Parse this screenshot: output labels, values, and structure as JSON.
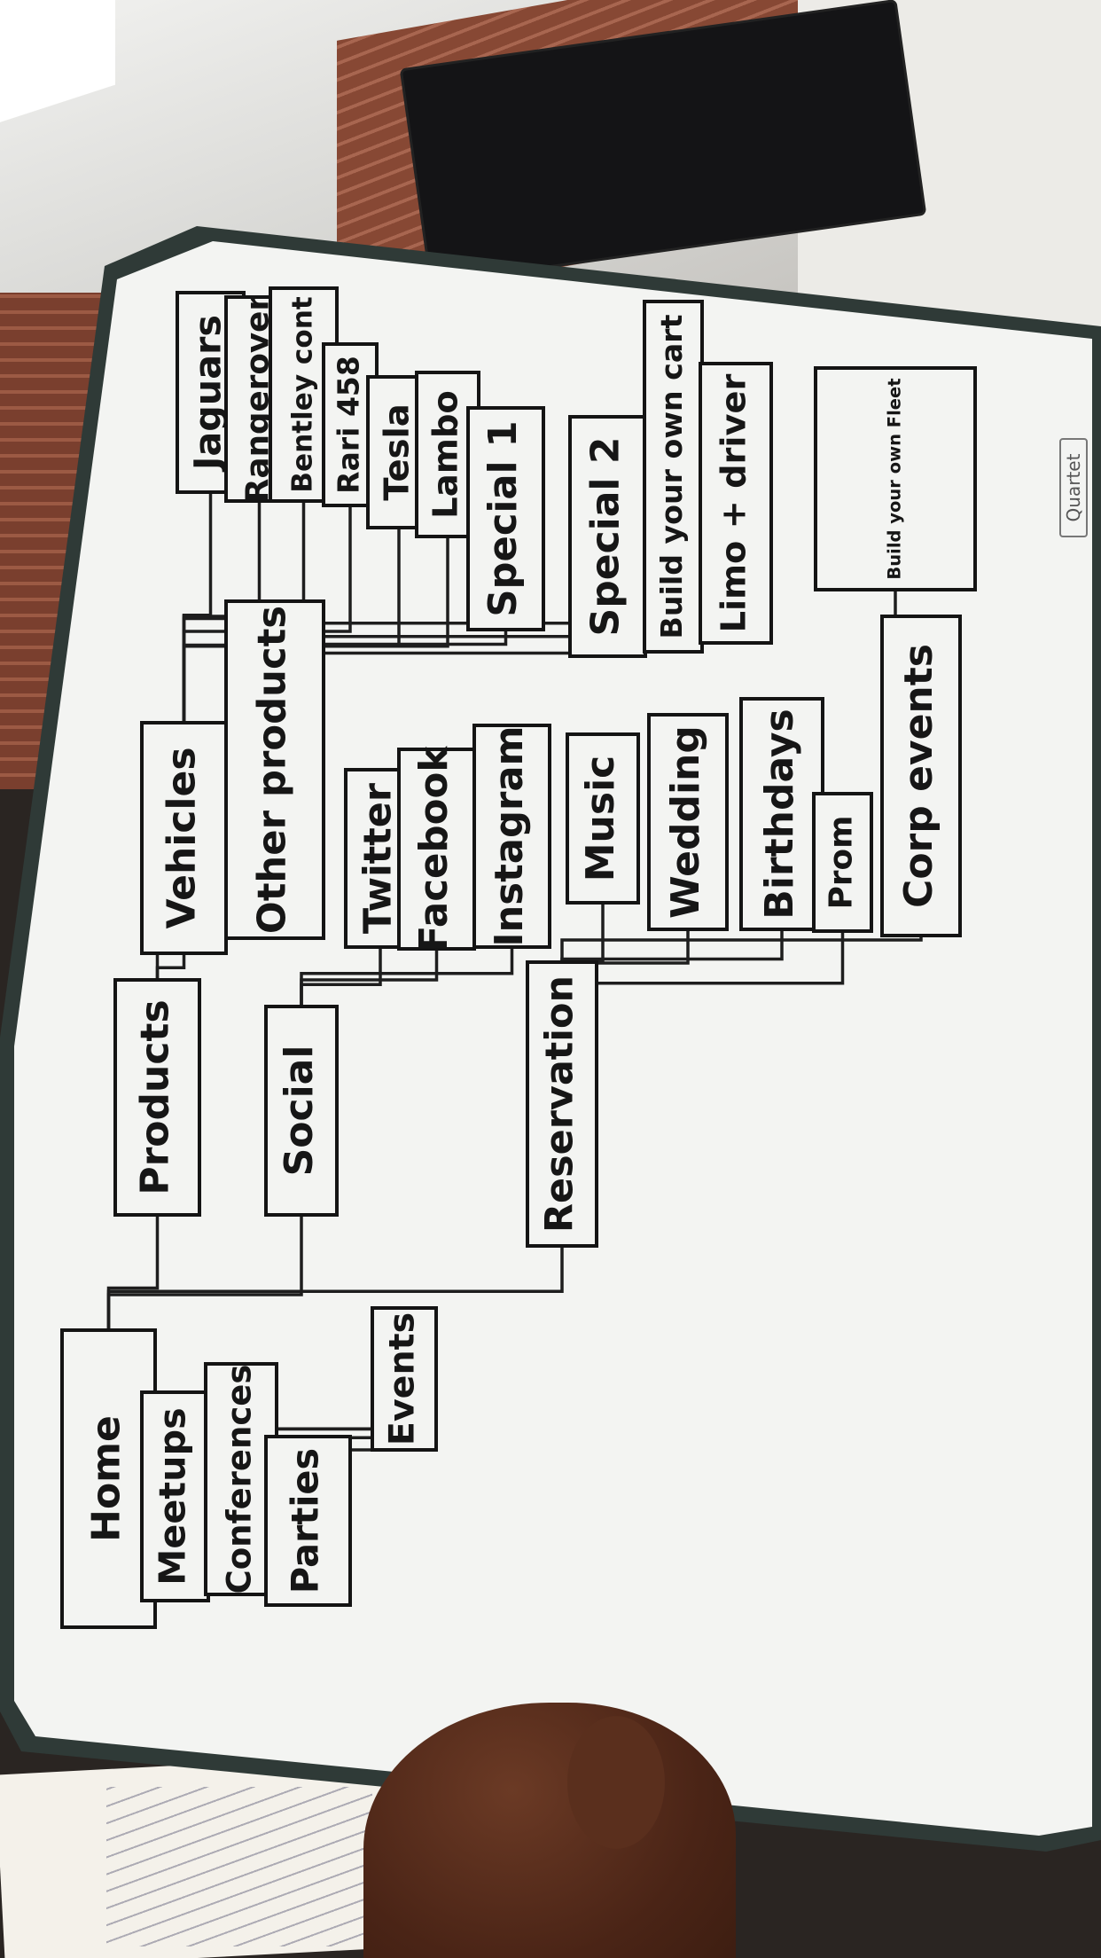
{
  "board_brand": "Quartet",
  "diagram": {
    "nodes": [
      {
        "id": "home",
        "label": "Home"
      },
      {
        "id": "meetups",
        "label": "Meetups"
      },
      {
        "id": "conferences",
        "label": "Conferences"
      },
      {
        "id": "parties",
        "label": "Parties"
      },
      {
        "id": "events",
        "label": "Events"
      },
      {
        "id": "products",
        "label": "Products"
      },
      {
        "id": "social",
        "label": "Social"
      },
      {
        "id": "reservation",
        "label": "Reservation"
      },
      {
        "id": "vehicles",
        "label": "Vehicles"
      },
      {
        "id": "other-products",
        "label": "Other products"
      },
      {
        "id": "twitter",
        "label": "Twitter"
      },
      {
        "id": "facebook",
        "label": "Facebook"
      },
      {
        "id": "instagram",
        "label": "Instagram"
      },
      {
        "id": "music",
        "label": "Music"
      },
      {
        "id": "wedding",
        "label": "Wedding"
      },
      {
        "id": "birthdays",
        "label": "Birthdays"
      },
      {
        "id": "prom",
        "label": "Prom"
      },
      {
        "id": "corp-events",
        "label": "Corp events"
      },
      {
        "id": "jaguars",
        "label": "Jaguars"
      },
      {
        "id": "rangerover",
        "label": "Rangerover"
      },
      {
        "id": "bentley",
        "label": "Bentley cont"
      },
      {
        "id": "rari",
        "label": "Rari 458"
      },
      {
        "id": "tesla",
        "label": "Tesla"
      },
      {
        "id": "lambo",
        "label": "Lambo"
      },
      {
        "id": "special1",
        "label": "Special 1"
      },
      {
        "id": "special2",
        "label": "Special 2"
      },
      {
        "id": "build-cart",
        "label": "Build your own cart"
      },
      {
        "id": "limo-driver",
        "label": "Limo + driver"
      },
      {
        "id": "build-fleet",
        "label": "Build your own Fleet"
      }
    ],
    "edges": [
      [
        "home",
        "products"
      ],
      [
        "home",
        "social"
      ],
      [
        "home",
        "reservation"
      ],
      [
        "home",
        "events"
      ],
      [
        "events",
        "meetups"
      ],
      [
        "events",
        "conferences"
      ],
      [
        "events",
        "parties"
      ],
      [
        "products",
        "vehicles"
      ],
      [
        "products",
        "other-products"
      ],
      [
        "social",
        "twitter"
      ],
      [
        "social",
        "facebook"
      ],
      [
        "social",
        "instagram"
      ],
      [
        "reservation",
        "music"
      ],
      [
        "reservation",
        "wedding"
      ],
      [
        "reservation",
        "birthdays"
      ],
      [
        "reservation",
        "prom"
      ],
      [
        "reservation",
        "corp-events"
      ],
      [
        "vehicles",
        "jaguars"
      ],
      [
        "vehicles",
        "rangerover"
      ],
      [
        "vehicles",
        "bentley"
      ],
      [
        "vehicles",
        "rari"
      ],
      [
        "vehicles",
        "tesla"
      ],
      [
        "vehicles",
        "lambo"
      ],
      [
        "other-products",
        "special1"
      ],
      [
        "other-products",
        "special2"
      ],
      [
        "other-products",
        "build-cart"
      ],
      [
        "other-products",
        "limo-driver"
      ],
      [
        "corp-events",
        "build-fleet"
      ]
    ]
  }
}
